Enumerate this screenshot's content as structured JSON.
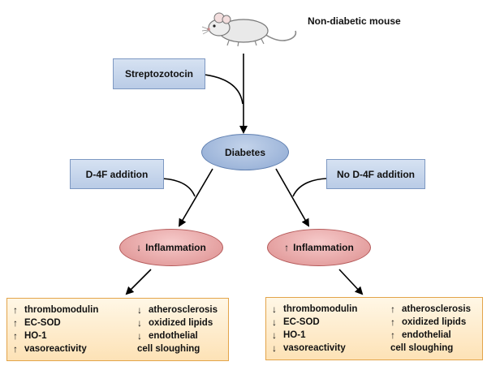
{
  "title": "Non-diabetic mouse",
  "mouse_icon": "mouse-icon",
  "streptozotocin": "Streptozotocin",
  "diabetes": "Diabetes",
  "d4f_addition": "D-4F addition",
  "no_d4f_addition": "No D-4F addition",
  "left_inflammation": {
    "arrow": "↓",
    "label": "Inflammation"
  },
  "right_inflammation": {
    "arrow": "↑",
    "label": "Inflammation"
  },
  "left_outcomes": {
    "col1": [
      {
        "arrow": "↑",
        "text": "thrombomodulin"
      },
      {
        "arrow": "↑",
        "text": "EC-SOD"
      },
      {
        "arrow": "↑",
        "text": "HO-1"
      },
      {
        "arrow": "↑",
        "text": "vasoreactivity"
      }
    ],
    "col2": [
      {
        "arrow": "↓",
        "text": "atherosclerosis"
      },
      {
        "arrow": "↓",
        "text": "oxidized lipids"
      },
      {
        "arrow": "↓",
        "text": "endothelial"
      }
    ],
    "col2_cont": "cell sloughing"
  },
  "right_outcomes": {
    "col1": [
      {
        "arrow": "↓",
        "text": "thrombomodulin"
      },
      {
        "arrow": "↓",
        "text": "EC-SOD"
      },
      {
        "arrow": "↓",
        "text": "HO-1"
      },
      {
        "arrow": "↓",
        "text": "vasoreactivity"
      }
    ],
    "col2": [
      {
        "arrow": "↑",
        "text": "atherosclerosis"
      },
      {
        "arrow": "↑",
        "text": "oxidized lipids"
      },
      {
        "arrow": "↑",
        "text": "endothelial"
      }
    ],
    "col2_cont": "cell sloughing"
  }
}
